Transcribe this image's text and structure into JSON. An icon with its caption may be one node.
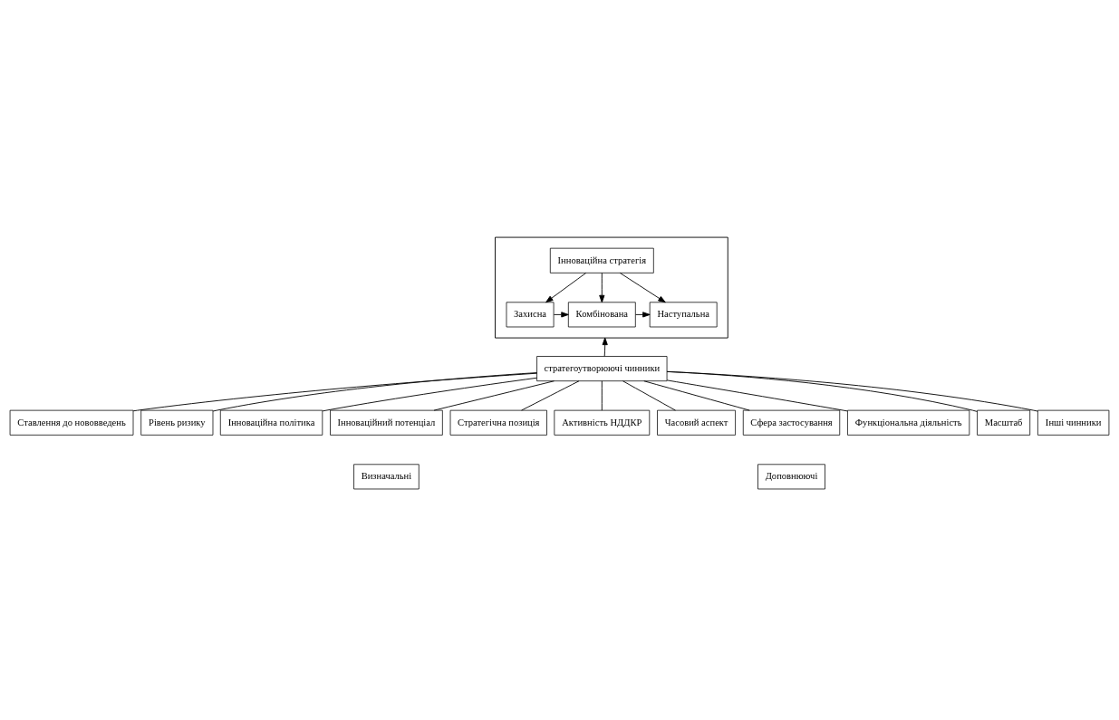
{
  "diagram": {
    "nodes": [
      {
        "text": [],
        "shape": "box"
      },
      {
        "text": [
          "Інноваційна стратегія"
        ],
        "in": 0
      },
      {
        "text": [
          "Захисна"
        ],
        "in": 0
      },
      {
        "text": [
          "Комбінована"
        ],
        "in": 0
      },
      {
        "text": [
          "Наступальна"
        ],
        "in": 0
      },
      {
        "text": [
          "стратегоутворюючі чинники"
        ]
      },
      {
        "text": [
          "Ставлення до нововведень"
        ]
      },
      {
        "text": [
          "Рівень ризику"
        ]
      },
      {
        "text": [
          "Інноваційна політика"
        ]
      },
      {
        "text": [
          "Інноваційний потенціал"
        ]
      },
      {
        "text": [
          "Стратегічна позиція"
        ]
      },
      {
        "text": [
          "Активність НДДКР"
        ]
      },
      {
        "text": [
          "Часовий аспект"
        ]
      },
      {
        "text": [
          "Сфера застосування"
        ]
      },
      {
        "text": [
          "Функціональна діяльність"
        ]
      },
      {
        "text": [
          "Масштаб"
        ]
      },
      {
        "text": [
          "Інші чинники"
        ]
      },
      {
        "text": [
          "Визначальні"
        ]
      },
      {
        "text": [
          "Доповнюючі"
        ]
      }
    ],
    "edges": [
      {
        "from": 1,
        "to": 2,
        "arrow": "to"
      },
      {
        "from": 1,
        "to": 3,
        "arrow": "to"
      },
      {
        "from": 1,
        "to": 4,
        "arrow": "to"
      },
      {
        "from": 2,
        "to": 3,
        "arrow": "to"
      },
      {
        "from": 3,
        "to": 4,
        "arrow": "to"
      },
      {
        "from": 5,
        "to": 0,
        "arrow": "to"
      },
      {
        "from": 5,
        "to": 6,
        "arrow": "none"
      },
      {
        "from": 5,
        "to": 7,
        "arrow": "none"
      },
      {
        "from": 5,
        "to": 8,
        "arrow": "none"
      },
      {
        "from": 5,
        "to": 9,
        "arrow": "none"
      },
      {
        "from": 5,
        "to": 10,
        "arrow": "none"
      },
      {
        "from": 5,
        "to": 11,
        "arrow": "none"
      },
      {
        "from": 5,
        "to": 12,
        "arrow": "none"
      },
      {
        "from": 5,
        "to": 13,
        "arrow": "none"
      },
      {
        "from": 5,
        "to": 14,
        "arrow": "none"
      },
      {
        "from": 5,
        "to": 15,
        "arrow": "none"
      },
      {
        "from": 5,
        "to": 16,
        "arrow": "none"
      }
    ]
  }
}
